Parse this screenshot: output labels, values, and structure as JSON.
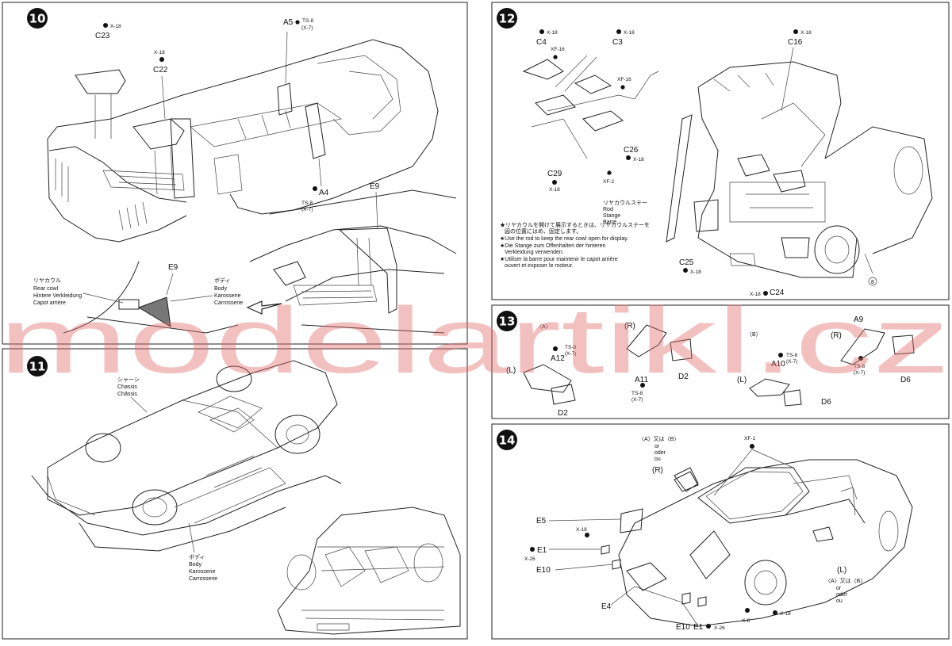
{
  "watermark": "modelartikl.cz",
  "steps": [
    {
      "number": "10",
      "parts": [
        {
          "label": "C23",
          "paint": "X-18"
        },
        {
          "label": "C22",
          "paint": "X-18"
        },
        {
          "label": "A5",
          "paint": "TS-8",
          "paint_alt": "(X-7)"
        },
        {
          "label": "A4",
          "paint": "TS-8",
          "paint_alt": "(X-7)"
        },
        {
          "label": "E9"
        }
      ],
      "detail": {
        "part": "E9",
        "left": [
          "リヤカウル",
          "Rear cowl",
          "Hintere Verkleidung",
          "Capot arrière"
        ],
        "right": [
          "ボディ",
          "Body",
          "Karosserie",
          "Carrosserie"
        ]
      }
    },
    {
      "number": "11",
      "chassis": [
        "シャーシ",
        "Chassis",
        "Châssis"
      ],
      "body": [
        "ボディ",
        "Body",
        "Karosserie",
        "Carrosserie"
      ]
    },
    {
      "number": "12",
      "parts": [
        {
          "label": "C4",
          "paint": "X-18"
        },
        {
          "label": "C3",
          "paint": "X-18"
        },
        {
          "label": "C16",
          "paint": "X-18"
        },
        {
          "label": "C26",
          "paint": "X-18"
        },
        {
          "label": "C29",
          "paint": "X-18"
        },
        {
          "label": "C25",
          "paint": "X-18"
        },
        {
          "label": "C24",
          "paint": "X-18"
        }
      ],
      "paints": [
        "XF-16",
        "XF-16",
        "XF-2"
      ],
      "rod": [
        "リヤカウルステー",
        "Rod",
        "Stange",
        "Barre"
      ],
      "notes": [
        "★リヤカウルを開けて展示するときは、リヤカウルステーを",
        "図の位置にはめ、固定します。",
        "★Use the rod to keep the rear cowl open for display.",
        "★Die Stange zum Offenhalten der hinteren",
        "Verkleidung verwenden.",
        "★Utiliser la barre pour maintenir le capot arrière",
        "ouvert et exposer le moteur."
      ],
      "circle_ref": "8"
    },
    {
      "number": "13",
      "group_a": "〈A〉",
      "group_b": "〈B〉",
      "left": "(L)",
      "right": "(R)",
      "parts": [
        {
          "label": "A12",
          "paint": "TS-8",
          "paint_alt": "(X-7)"
        },
        {
          "label": "A11",
          "paint": "TS-8",
          "paint_alt": "(X-7)"
        },
        {
          "label": "A10",
          "paint": "TS-8",
          "paint_alt": "(X-7)"
        },
        {
          "label": "A9",
          "paint": "TS-8",
          "paint_alt": "(X-7)"
        },
        {
          "label": "D2"
        },
        {
          "label": "D6"
        }
      ]
    },
    {
      "number": "14",
      "choice_top": [
        "〈A〉又は〈B〉",
        "or",
        "oder",
        "ou"
      ],
      "choice_bottom": [
        "〈A〉又は〈B〉",
        "or",
        "oder",
        "ou"
      ],
      "right": "(R)",
      "left": "(L)",
      "parts": [
        {
          "label": "E5"
        },
        {
          "label": "E1",
          "paint": "X-26"
        },
        {
          "label": "E10"
        },
        {
          "label": "E4"
        },
        {
          "label": "E10"
        },
        {
          "label": "E1",
          "paint": "X-26"
        }
      ],
      "paints": [
        "XF-1",
        "X-18",
        "X-18",
        "X-6"
      ]
    }
  ]
}
